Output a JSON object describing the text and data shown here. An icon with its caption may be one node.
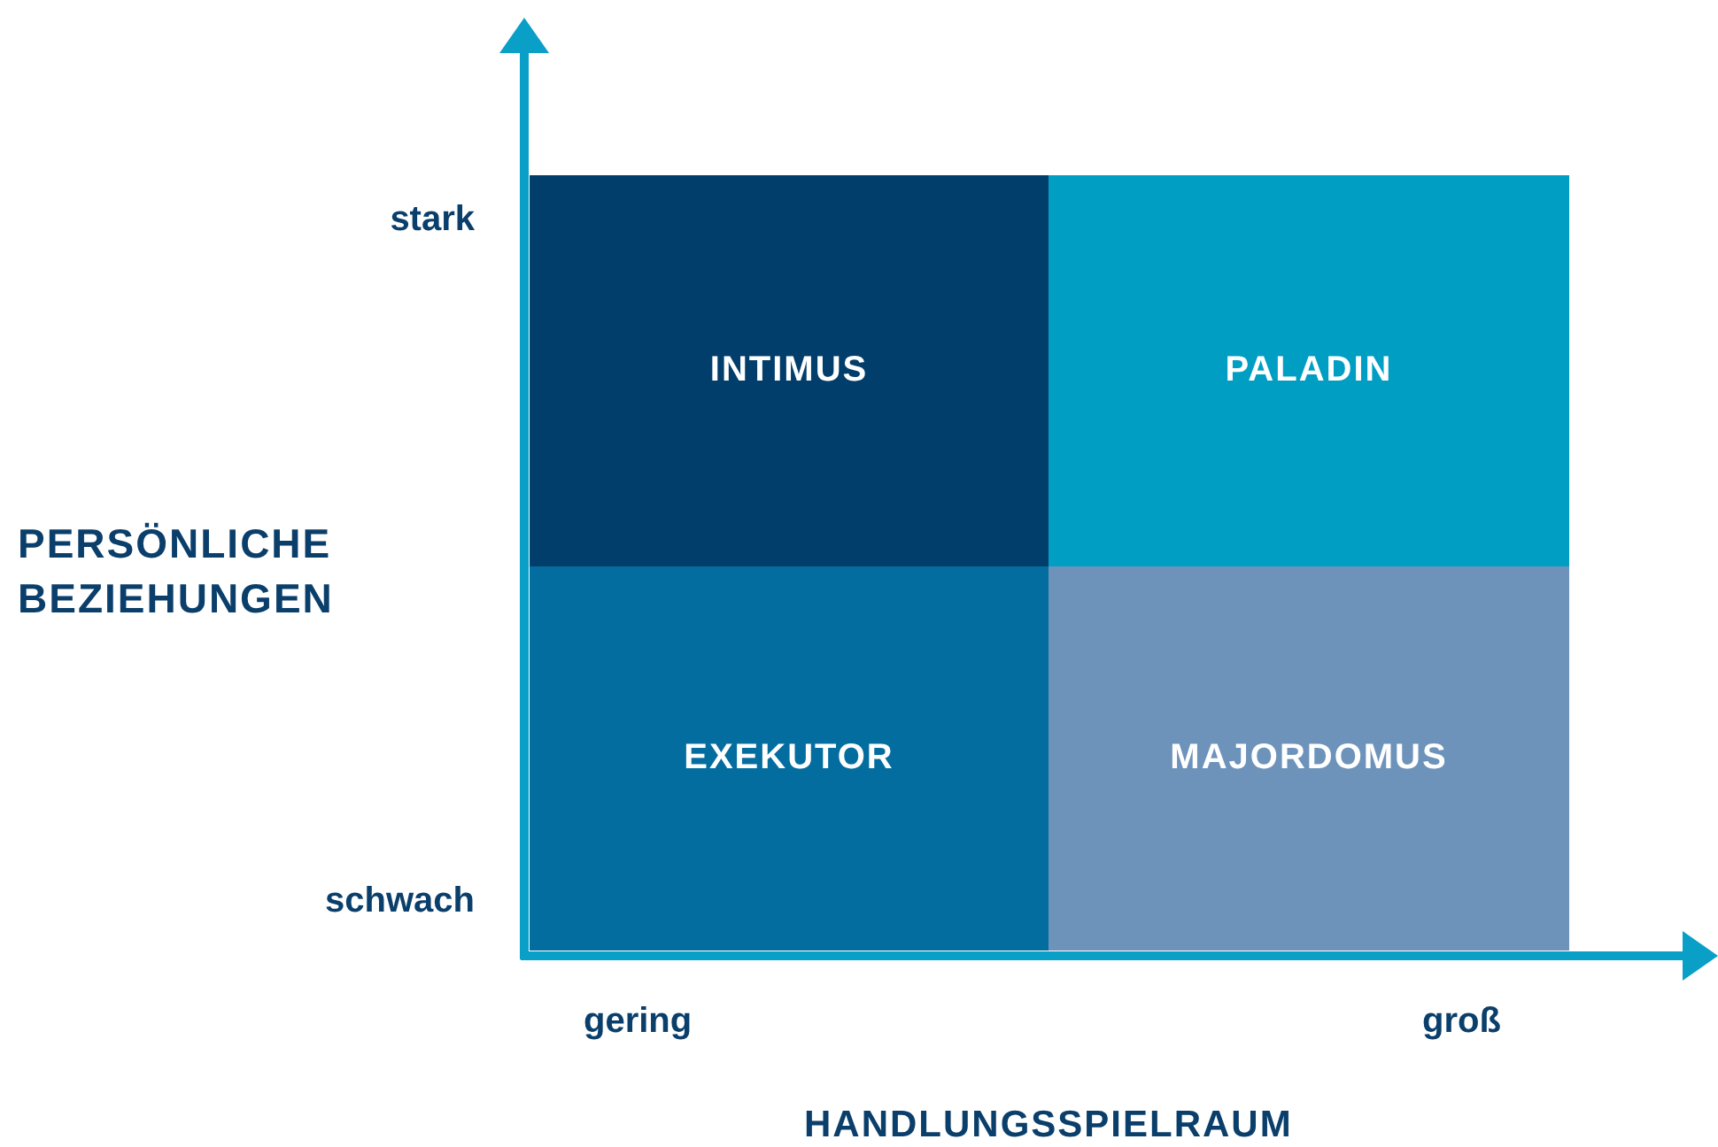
{
  "diagram": {
    "nodes": [
      {
        "text": [
          "INTIMUS"
        ]
      },
      {
        "text": [
          "PALADIN"
        ]
      },
      {
        "text": [
          "EXEKUTOR"
        ]
      },
      {
        "text": [
          "MAJORDOMUS"
        ]
      }
    ],
    "labels": [
      "stark",
      "PERSÖNLICHE BEZIEHUNGEN",
      "schwach",
      "gering",
      "groß",
      "HANDLUNGSSPIELRAUM"
    ]
  }
}
